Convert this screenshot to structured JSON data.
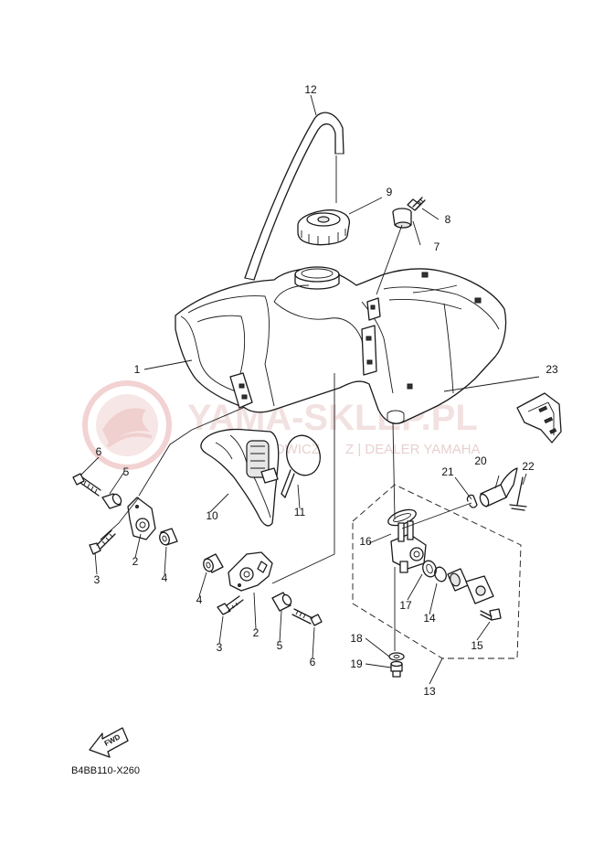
{
  "diagram": {
    "code": "B4BB110-X260",
    "fwd_label": "FWD",
    "watermark": {
      "title": "YAMA-SKLEP.PL",
      "subtitle": "Z | DEALER YAMAHA",
      "subtitle_prefix": "OWICZ"
    },
    "callouts": [
      "1",
      "2",
      "3",
      "4",
      "5",
      "6",
      "7",
      "8",
      "9",
      "10",
      "11",
      "12",
      "13",
      "14",
      "15",
      "16",
      "17",
      "18",
      "19",
      "20",
      "21",
      "22",
      "23"
    ],
    "callouts_left": [
      "6",
      "5",
      "3",
      "2",
      "4"
    ],
    "callouts_right": [
      "4",
      "2",
      "3",
      "5",
      "6"
    ],
    "colors": {
      "lines": "#1a1a1a",
      "watermark": "#e9c9c9"
    }
  }
}
